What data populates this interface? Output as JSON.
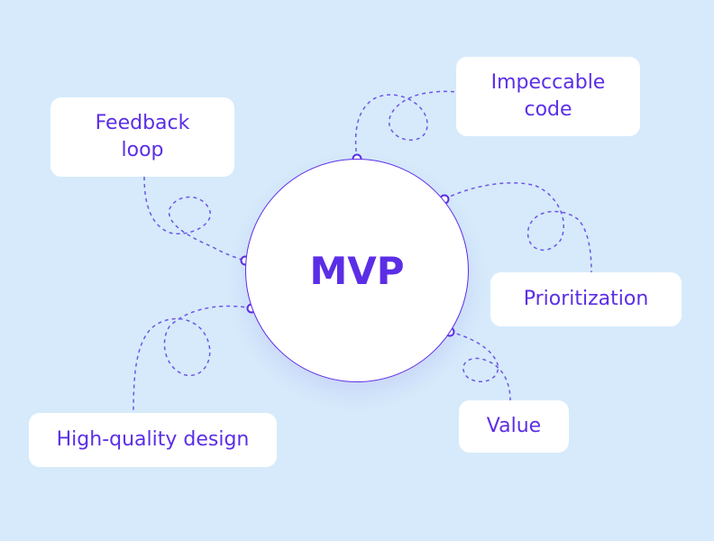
{
  "center": {
    "label": "MVP"
  },
  "nodes": {
    "feedback_loop": "Feedback loop",
    "impeccable_code": "Impeccable code",
    "prioritization": "Prioritization",
    "value": "Value",
    "high_quality_design": "High-quality design"
  },
  "colors": {
    "background": "#d6eafb",
    "accent": "#5b2ee6",
    "card": "#ffffff",
    "connector": "#6e56e6"
  }
}
